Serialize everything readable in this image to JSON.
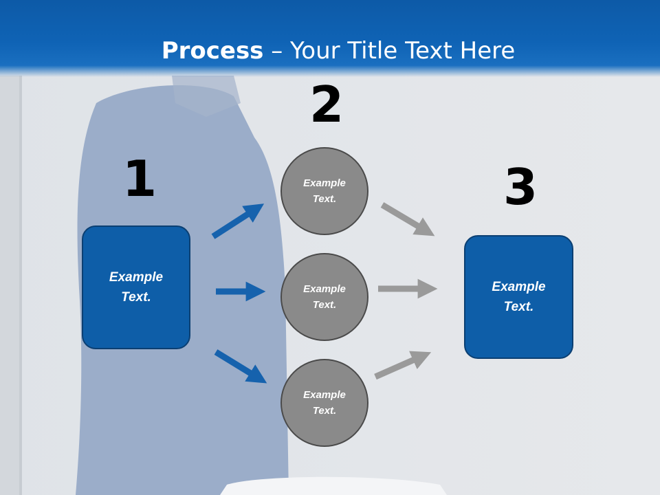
{
  "slide": {
    "title_bold": "Process",
    "title_rest": " – Your Title Text Here",
    "colors": {
      "header_blue": "#0f63b5",
      "box_blue": "#0e5ea8",
      "circle_gray": "#8a8a8a",
      "arrow_blue": "#1662ad",
      "arrow_gray": "#9a9a9a"
    }
  },
  "steps": {
    "one": {
      "number": "1",
      "text": "Example Text."
    },
    "two": {
      "number": "2",
      "circles": [
        {
          "text": "Example Text."
        },
        {
          "text": "Example Text."
        },
        {
          "text": "Example Text."
        }
      ]
    },
    "three": {
      "number": "3",
      "text": "Example Text."
    }
  }
}
